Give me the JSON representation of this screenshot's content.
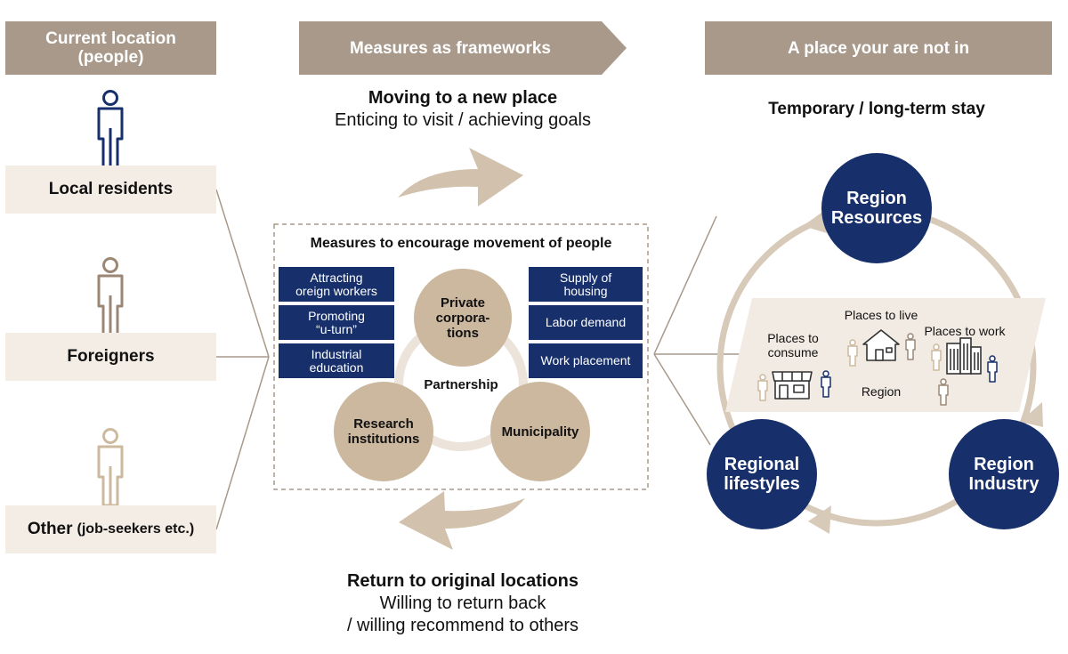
{
  "headers": {
    "left": "Current location\n(people)",
    "middle": "Measures as frameworks",
    "right": "A place your are not in"
  },
  "people": {
    "local": "Local residents",
    "foreigners": "Foreigners",
    "other_main": "Other",
    "other_sub": "(job-seekers etc.)"
  },
  "flows": {
    "top_title": "Moving to a new place",
    "top_sub": "Enticing to visit / achieving goals",
    "bottom_title": "Return to original locations",
    "bottom_sub1": "Willing to return back",
    "bottom_sub2": "/ willing  recommend to others"
  },
  "measures": {
    "title": "Measures to encourage movement of people",
    "left_boxes": [
      "Attracting\noreign workers",
      "Promoting\n“u-turn”",
      "Industrial\neducation"
    ],
    "right_boxes": [
      "Supply of\nhousing",
      "Labor demand",
      "Work placement"
    ],
    "circles": {
      "private": "Private\ncorpora-\ntions",
      "research": "Research\ninstitutions",
      "municipality": "Municipality"
    },
    "partnership": "Partnership"
  },
  "region": {
    "stay": "Temporary / long-term stay",
    "resources": "Region\nResources",
    "industry": "Region\nIndustry",
    "lifestyles": "Regional\nlifestyles",
    "places_live": "Places to live",
    "places_consume": "Places to\nconsume",
    "places_work": "Places to work",
    "region_label": "Region"
  },
  "colors": {
    "header": "#a8998a",
    "band": "#f4ede5",
    "navy": "#17306b",
    "tan": "#cbb89f",
    "arrow": "#d2c2ad",
    "person_navy": "#17306b",
    "person_brown": "#9c8775",
    "person_tan": "#cdb99e"
  }
}
